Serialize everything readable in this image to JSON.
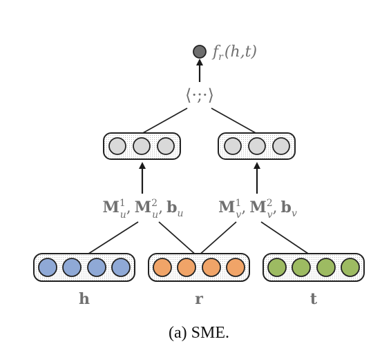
{
  "output": {
    "label": "f_r(h,t)",
    "f": "f",
    "sub": "r",
    "args": "(h,t)",
    "color": "#6e6e6e"
  },
  "combine": {
    "label": "⟨·;·⟩"
  },
  "params_u": {
    "m": "M",
    "sup1": "1",
    "sub1": "u",
    "sup2": "2",
    "sub2": "u",
    "b": "b",
    "subb": "u",
    "sep": ","
  },
  "params_v": {
    "m": "M",
    "sup1": "1",
    "sub1": "v",
    "sup2": "2",
    "sub2": "v",
    "b": "b",
    "subb": "v",
    "sep": ","
  },
  "inputs": [
    {
      "label": "h",
      "color": "#8fa9d6"
    },
    {
      "label": "r",
      "color": "#f0a468"
    },
    {
      "label": "t",
      "color": "#9dbb62"
    }
  ],
  "hidden_color": "#d9d9d9",
  "caption": "(a) SME."
}
